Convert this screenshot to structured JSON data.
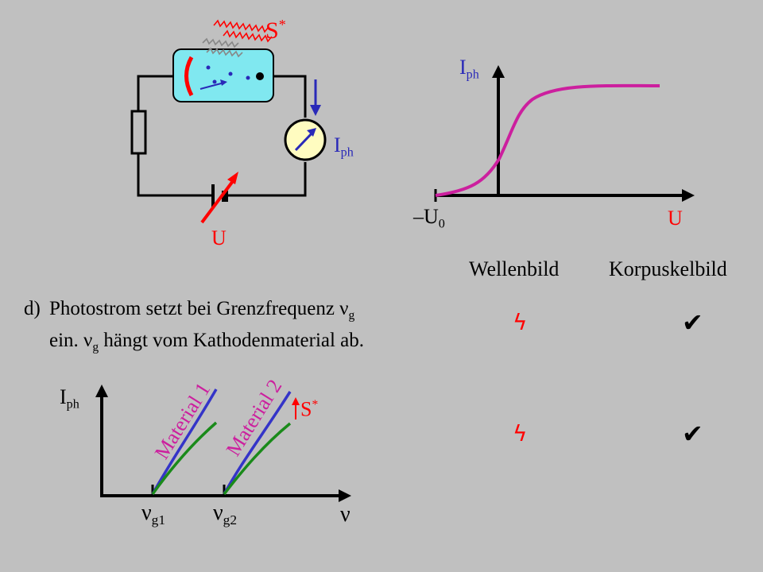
{
  "circuit": {
    "source_label": "S",
    "source_star": "*",
    "current_label": "I",
    "current_sub": "ph",
    "voltage_label": "U"
  },
  "iu_graph": {
    "y_label": "I",
    "y_sub": "ph",
    "x_label": "U",
    "neg_label": "–U",
    "neg_sub": "0"
  },
  "table": {
    "col_wave": "Wellenbild",
    "col_particle": "Korpuskelbild",
    "rows": [
      {
        "wave_mark": "ϟ",
        "particle_mark": "✔"
      },
      {
        "wave_mark": "ϟ",
        "particle_mark": "✔"
      }
    ]
  },
  "statement": {
    "prefix": "d)",
    "line1_a": "Photostrom setzt bei Grenzfrequenz ν",
    "line1_sub": "g",
    "line2_a": "ein. ν",
    "line2_sub": "g",
    "line2_b": " hängt vom Kathodenmaterial  ab."
  },
  "freq_graph": {
    "y_label": "I",
    "y_sub": "ph",
    "x_label": "ν",
    "material1": "Material 1",
    "material2": "Material 2",
    "source_label": "S",
    "source_star": "*",
    "ng1": "ν",
    "ng1_sub": "g1",
    "ng2": "ν",
    "ng2_sub": "g2"
  },
  "colors": {
    "background": "#c0c0c0",
    "red": "#ff0000",
    "blue": "#2929b8",
    "magenta": "#cc1f9e",
    "green": "#1a8a1a",
    "cyan": "#80e8f0"
  }
}
